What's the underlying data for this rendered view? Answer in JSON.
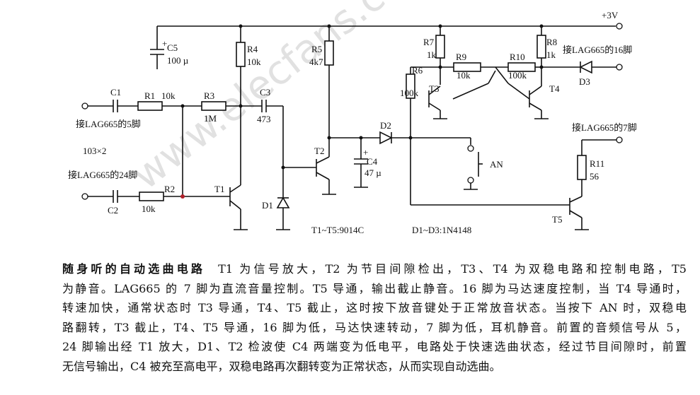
{
  "circuit": {
    "supply": "+3V",
    "c5": {
      "name": "C5",
      "value": "100 µ"
    },
    "r4": {
      "name": "R4",
      "value": "10k"
    },
    "r5": {
      "name": "R5",
      "value": "4k7"
    },
    "r7": {
      "name": "R7",
      "value": "1k"
    },
    "r8": {
      "name": "R8",
      "value": "1k"
    },
    "pin16": "接LAG665的16脚",
    "r9": {
      "name": "R9",
      "value": "10k"
    },
    "r10": {
      "name": "R10",
      "value": "100k"
    },
    "d3": "D3",
    "r6": {
      "name": "R6",
      "value": "100k"
    },
    "t3": "T3",
    "t4": "T4",
    "c1": "C1",
    "r1": {
      "name": "R1",
      "value": "10k"
    },
    "r3": {
      "name": "R3",
      "value": "1M"
    },
    "c3": {
      "name": "C3",
      "value": "473"
    },
    "pin5": "接LAG665的5脚",
    "caps": "103×2",
    "d2": "D2",
    "pin7": "接LAG665的7脚",
    "t2": "T2",
    "an": "AN",
    "c4": {
      "name": "C4",
      "value": "47 µ"
    },
    "r11": {
      "name": "R11",
      "value": "56"
    },
    "pin24": "接LAG665的24脚",
    "r2": {
      "name": "R2",
      "value": "10k"
    },
    "c2": "C2",
    "t1": "T1",
    "d1": "D1",
    "transistors": "T1~T5:9014C",
    "diodes": "D1~D3:1N4148",
    "t5": "T5"
  },
  "description": {
    "title": "随身听的自动选曲电路",
    "lines": [
      "T1 为信号放大，T2 为节目间隙检出，T3、T4 为双稳电路和控制电路，T5",
      "为静音。LAG665 的 7 脚为直流音量控制。T5 导通，输出截止静音。16 脚为马达速度控制，当 T4 导通时，",
      "转速加快，通常状态时 T3 导通，T4、T5 截止，这时按下放音键处于正常放音状态。当按下 AN 时，双稳电",
      "路翻转，T3 截止，T4、T5 导通，16 脚为低，马达快速转动，7 脚为低，耳机静音。前置的音频信号从 5，",
      "24 脚输出经 T1 放大，D1、T2 检波使 C4 两端变为低电平，电路处于快速选曲状态，经过节目间隙时，前置",
      "无信号输出，C4 被充至高电平，双稳电路再次翻转变为正常状态，从而实现自动选曲。"
    ]
  },
  "watermark": "www.elecfans.com"
}
